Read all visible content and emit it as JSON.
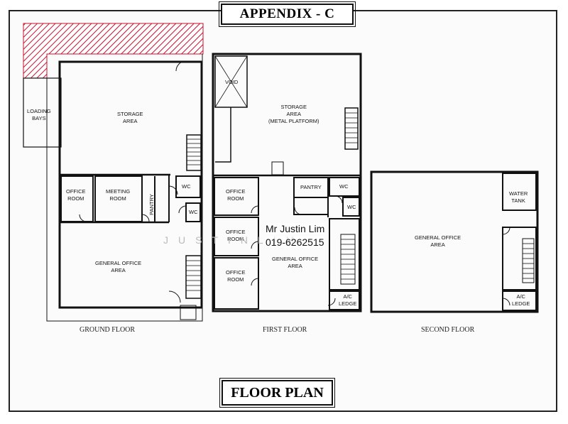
{
  "title": "APPENDIX - C",
  "footer": "FLOOR PLAN",
  "floors": {
    "ground": "GROUND FLOOR",
    "first": "FIRST FLOOR",
    "second": "SECOND FLOOR"
  },
  "rooms": {
    "ground": {
      "loading_bays_1": "LOADING",
      "loading_bays_2": "BAYS",
      "storage_1": "STORAGE",
      "storage_2": "AREA",
      "office_1": "OFFICE",
      "office_2": "ROOM",
      "meeting_1": "MEETING",
      "meeting_2": "ROOM",
      "pantry": "PANTRY",
      "wc_a": "WC",
      "wc_b": "WC",
      "general_1": "GENERAL OFFICE",
      "general_2": "AREA"
    },
    "first": {
      "void": "VOID",
      "storage_1": "STORAGE",
      "storage_2": "AREA",
      "storage_3": "(METAL PLATFORM)",
      "office_a_1": "OFFICE",
      "office_a_2": "ROOM",
      "office_b_1": "OFFICE",
      "office_b_2": "ROOM",
      "office_c_1": "OFFICE",
      "office_c_2": "ROOM",
      "pantry": "PANTRY",
      "wc_a": "WC",
      "wc_b": "WC",
      "general_1": "GENERAL OFFICE",
      "general_2": "AREA",
      "ac_1": "A/C",
      "ac_2": "LEDGE"
    },
    "second": {
      "water_1": "WATER",
      "water_2": "TANK",
      "general_1": "GENERAL OFFICE",
      "general_2": "AREA",
      "ac_1": "A/C",
      "ac_2": "LEDGE"
    }
  },
  "agent": {
    "name": "Mr Justin Lim",
    "phone": "019-6262515"
  },
  "watermark": "JUSTINLIM",
  "colors": {
    "line": "#111111",
    "hatch": "#c8102e",
    "paper": "#fbfbfb"
  }
}
